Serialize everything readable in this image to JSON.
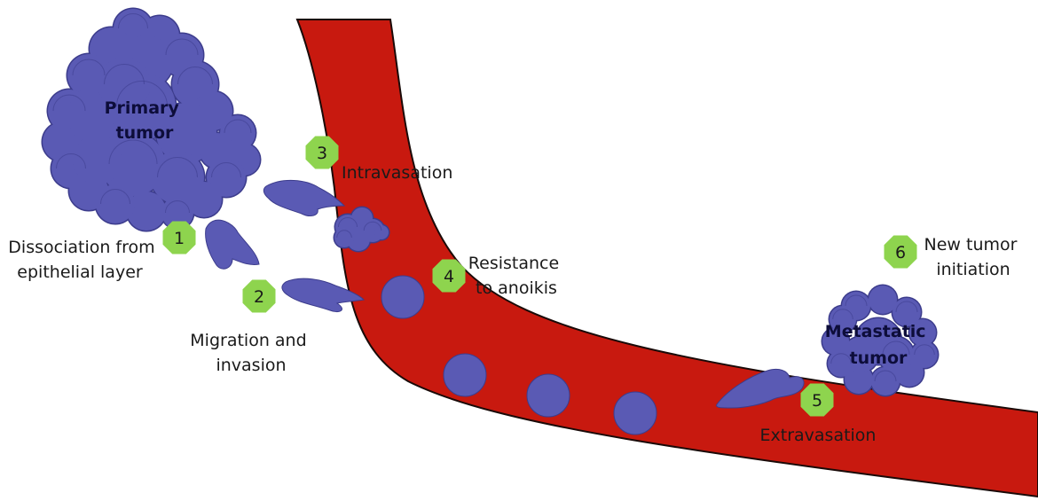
{
  "colors": {
    "vessel": "#c8190f",
    "vessel_edge": "#1a0a08",
    "cell": "#5a5ab4",
    "cell_edge": "#3c3c8c",
    "badge": "#8ed44e"
  },
  "tumors": {
    "primary": [
      "Primary",
      "tumor"
    ],
    "metastatic": [
      "Metastatic",
      "tumor"
    ]
  },
  "steps": [
    {
      "number": "1",
      "label": [
        "Dissociation from",
        "epithelial layer"
      ]
    },
    {
      "number": "2",
      "label": [
        "Migration and",
        "invasion"
      ]
    },
    {
      "number": "3",
      "label": [
        "Intravasation"
      ]
    },
    {
      "number": "4",
      "label": [
        "Resistance",
        "to anoikis"
      ]
    },
    {
      "number": "5",
      "label": [
        "Extravasation"
      ]
    },
    {
      "number": "6",
      "label": [
        "New tumor",
        "initiation"
      ]
    }
  ]
}
